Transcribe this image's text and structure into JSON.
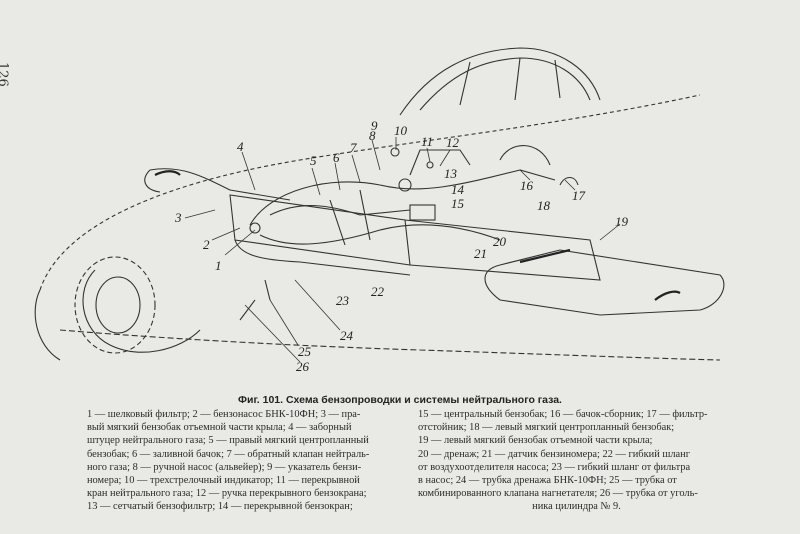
{
  "page_number": "126",
  "figure": {
    "caption": "Фиг. 101. Схема бензопроводки и системы нейтрального газа.",
    "callouts": [
      "1",
      "2",
      "3",
      "4",
      "5",
      "6",
      "7",
      "8",
      "9",
      "10",
      "11",
      "12",
      "13",
      "14",
      "15",
      "16",
      "17",
      "18",
      "19",
      "20",
      "21",
      "22",
      "23",
      "24",
      "25",
      "26"
    ]
  },
  "legend": {
    "left_lines": [
      "1 — шелковый фильтр; 2 — бензонасос БНК-10ФН; 3 — пра-",
      "вый мягкий бензобак отъемной части крыла; 4 — заборный",
      "штуцер нейтрального газа; 5 — правый мягкий центропланный",
      "бензобак; 6 — заливной бачок; 7 — обратный клапан нейтраль-",
      "ного газа; 8 — ручной насос (альвейер); 9 — указатель бензи-",
      "номера; 10 — трехстрелочный индикатор; 11 — перекрывной",
      "кран нейтрального газа; 12 — ручка перекрывного бензокрана;",
      "13 — сетчатый бензофильтр; 14 — перекрывной бензокран;"
    ],
    "right_lines": [
      "15 — центральный бензобак; 16 — бачок-сборник; 17 — фильтр-",
      "отстойник; 18 — левый мягкий центропланный бензобак;",
      "19 — левый мягкий бензобак отъемной части крыла;",
      "20 — дренаж; 21 — датчик бензиномера; 22 — гибкий шланг",
      "от воздухоотделителя насоса; 23 — гибкий шланг от фильтра",
      "в насос; 24 — трубка дренажа БНК-10ФН; 25 — трубка от",
      "комбинированного клапана нагнетателя; 26 — трубка от уголь-",
      "ника цилиндра № 9."
    ]
  }
}
